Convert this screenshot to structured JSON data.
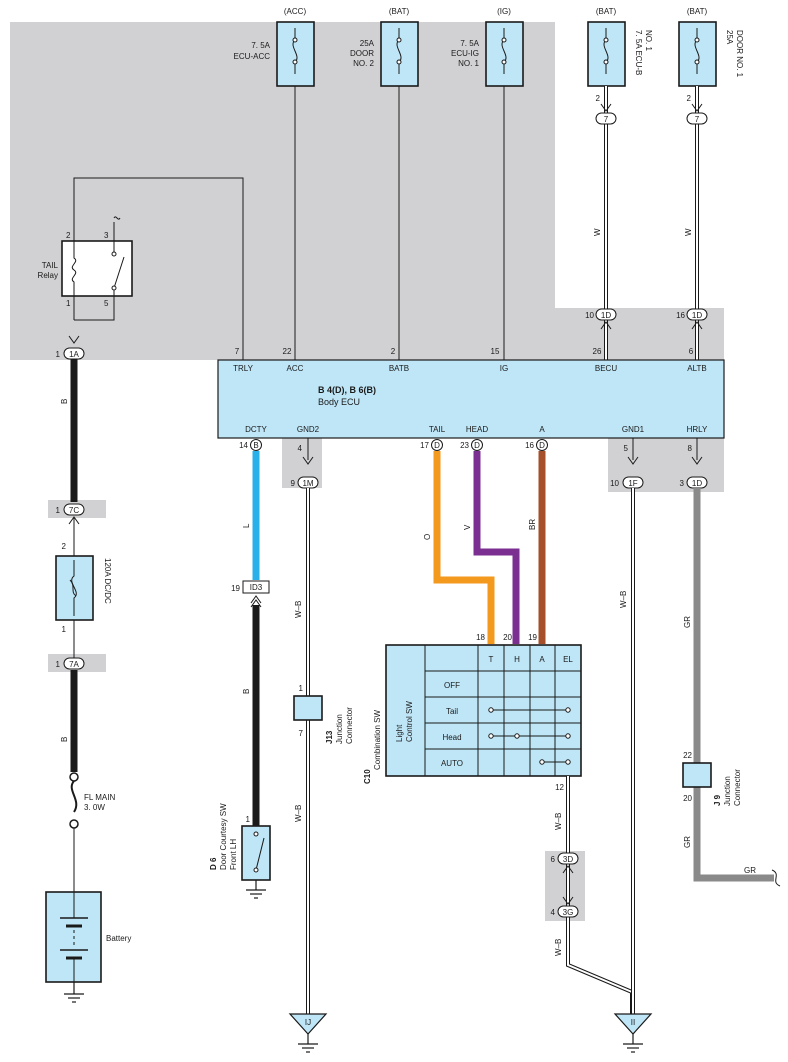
{
  "fuses_top": [
    {
      "source": "(ACC)",
      "rating": "7. 5A",
      "name": "ECU-ACC"
    },
    {
      "source": "(BAT)",
      "rating": "25A",
      "name": "DOOR",
      "name2": "NO. 2"
    },
    {
      "source": "(IG)",
      "rating": "7. 5A",
      "name": "ECU-IG",
      "name2": "NO. 1"
    },
    {
      "source": "(BAT)",
      "rating": "7. 5A ECU-B",
      "name": "NO. 1"
    },
    {
      "source": "(BAT)",
      "rating": "25A",
      "name": "DOOR NO. 1"
    }
  ],
  "tail_relay": {
    "label1": "TAIL",
    "label2": "Relay",
    "pins": [
      "2",
      "3",
      "1",
      "5"
    ]
  },
  "ecu": {
    "title": "B 4(D), B 6(B)",
    "subtitle": "Body ECU",
    "top_pins": [
      {
        "name": "TRLY",
        "num": "7"
      },
      {
        "name": "ACC",
        "num": "22"
      },
      {
        "name": "BATB",
        "num": "2"
      },
      {
        "name": "IG",
        "num": "15"
      },
      {
        "name": "BECU",
        "num": "26"
      },
      {
        "name": "ALTB",
        "num": "6"
      }
    ],
    "bottom_pins": [
      {
        "name": "DCTY",
        "num": "14",
        "conn": "B"
      },
      {
        "name": "GND2",
        "num": "4"
      },
      {
        "name": "TAIL",
        "num": "17",
        "conn": "D"
      },
      {
        "name": "HEAD",
        "num": "23",
        "conn": "D"
      },
      {
        "name": "A",
        "num": "16",
        "conn": "D"
      },
      {
        "name": "GND1",
        "num": "5"
      },
      {
        "name": "HRLY",
        "num": "8"
      }
    ]
  },
  "connectors": {
    "c1A": {
      "id": "1A",
      "pin": "1"
    },
    "c7C": {
      "id": "7C",
      "pin": "1"
    },
    "c7A": {
      "id": "7A",
      "pin": "1"
    },
    "c1M": {
      "id": "1M",
      "pin": "9"
    },
    "c1F": {
      "id": "1F",
      "pin": "10"
    },
    "c1D_top1": {
      "id": "1D",
      "pin": "10"
    },
    "c1D_top2": {
      "id": "1D",
      "pin": "16"
    },
    "c1D_bot": {
      "id": "1D",
      "pin": "3"
    },
    "c7_1": {
      "id": "7",
      "pin": "2"
    },
    "c7_2": {
      "id": "7",
      "pin": "2"
    },
    "cID3": {
      "id": "ID3",
      "pin": "19"
    },
    "c3D": {
      "id": "3D",
      "pin": "6"
    },
    "c3G": {
      "id": "3G",
      "pin": "4"
    }
  },
  "wire_colors": {
    "B": "B",
    "W": "W",
    "L": "L",
    "WB": "W–B",
    "O": "O",
    "V": "V",
    "BR": "BR",
    "GR": "GR"
  },
  "colors": {
    "black": "#1a1a1a",
    "blue": "#29b0ea",
    "orange": "#f39a1e",
    "violet": "#7a2f91",
    "brown": "#a5502b",
    "gray": "#8a8a8a",
    "panel": "#d1d1d3",
    "part": "#bfe6f7"
  },
  "misc_numbers": {
    "n2": "2",
    "n1": "1",
    "n1b": "1",
    "n7": "7",
    "n22": "22",
    "n20": "20",
    "n12": "12",
    "n1c": "1"
  },
  "fuse_120a": "120A DC/DC",
  "fusible_link": {
    "line1": "FL MAIN",
    "line2": "3. 0W"
  },
  "battery": "Battery",
  "door_sw": {
    "code": "D 6",
    "line1": "Door Courtesy SW",
    "line2": "Front LH"
  },
  "j13": {
    "code": "J13",
    "line1": "Junction",
    "line2": "Connector"
  },
  "j9": {
    "code": "J 9",
    "line1": "Junction",
    "line2": "Connector"
  },
  "combo_sw": {
    "code": "C10",
    "name": "Combination SW",
    "sub1": "Light",
    "sub2": "Control SW",
    "columns": [
      "T",
      "H",
      "A",
      "EL"
    ],
    "pin_numbers": [
      "18",
      "20",
      "19"
    ],
    "rows": [
      "OFF",
      "Tail",
      "Head",
      "AUTO"
    ]
  },
  "grounds": {
    "ij": "IJ",
    "ii": "II"
  }
}
